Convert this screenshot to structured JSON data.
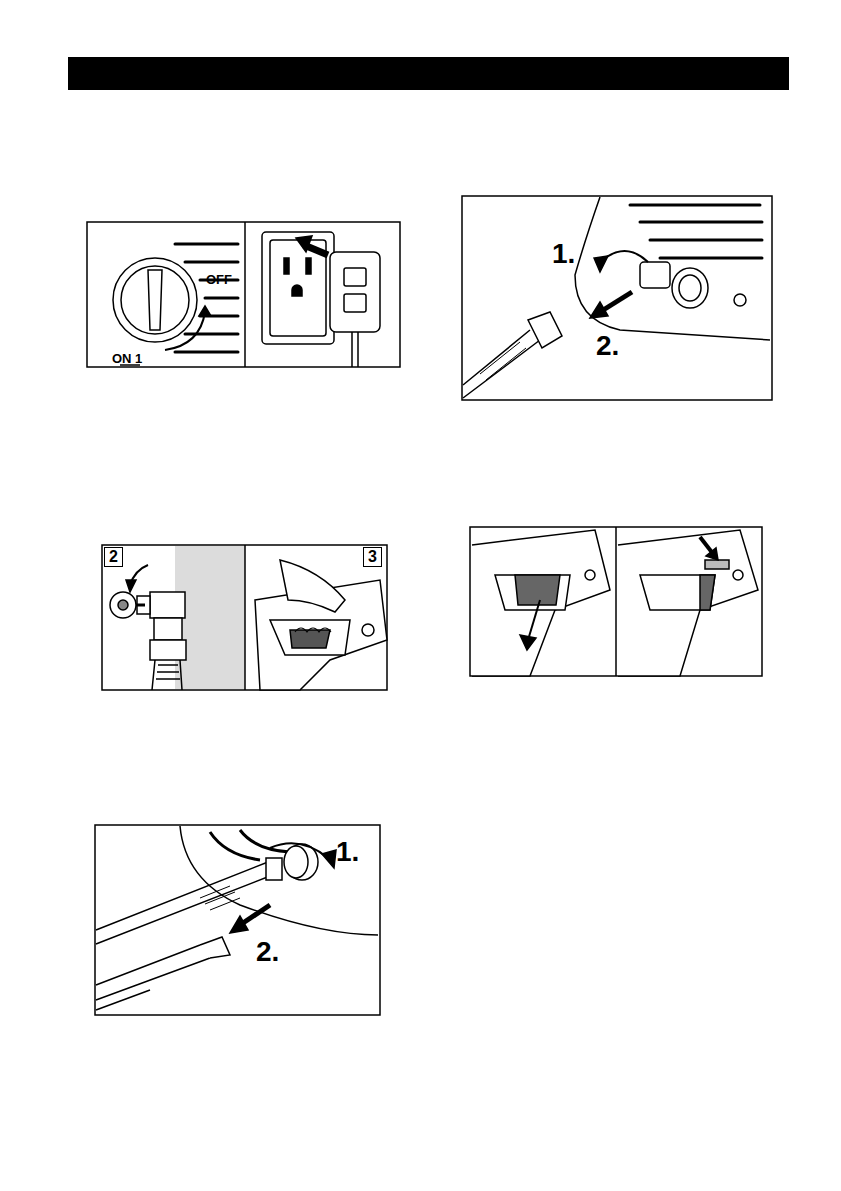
{
  "diagram": {
    "labels": [
      "OFF",
      "ON 1",
      "2",
      "3",
      "1.",
      "2.",
      "1.",
      "2."
    ]
  }
}
